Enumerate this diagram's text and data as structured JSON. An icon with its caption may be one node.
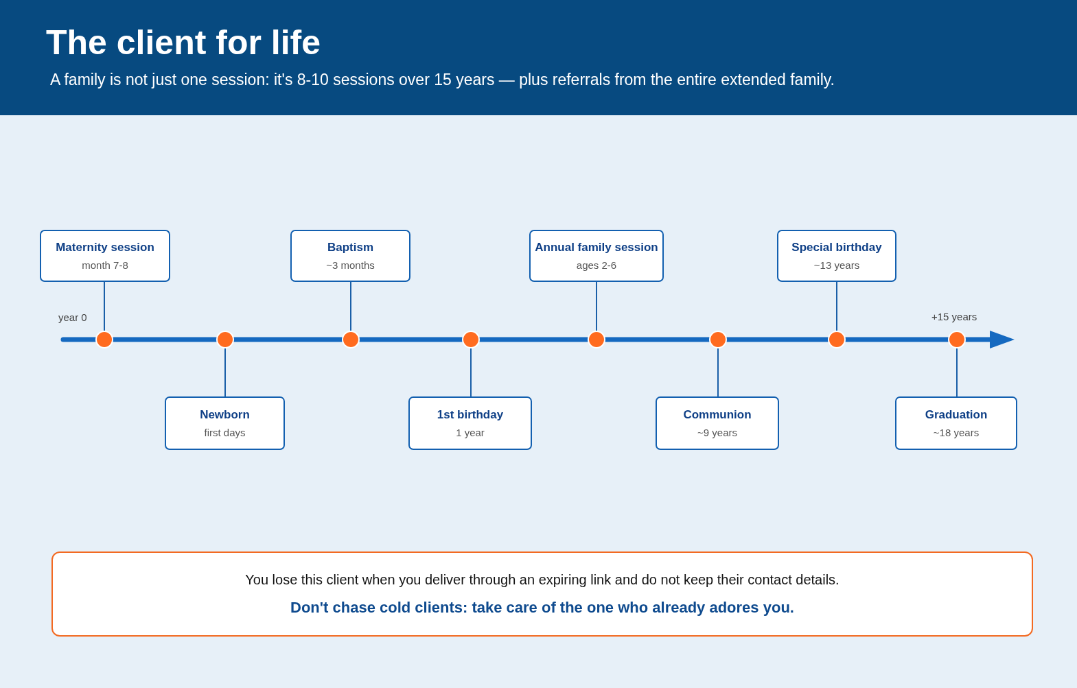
{
  "diagram": {
    "title": "The client for life",
    "nodes": [
      {
        "text": [
          "Maternity session",
          "month 7-8"
        ]
      },
      {
        "text": [
          "Newborn",
          "first days"
        ]
      },
      {
        "text": [
          "Baptism",
          "~3 months"
        ]
      },
      {
        "text": [
          "1st birthday",
          "1 year"
        ]
      },
      {
        "text": [
          "Annual family session",
          "ages 2-6"
        ]
      },
      {
        "text": [
          "Communion",
          "~9 years"
        ]
      },
      {
        "text": [
          "Special birthday",
          "~13 years"
        ]
      },
      {
        "text": [
          "Graduation",
          "~18 years"
        ]
      },
      {
        "text": [],
        "shape": "circle"
      },
      {
        "text": [],
        "shape": "circle"
      },
      {
        "text": [],
        "shape": "circle"
      },
      {
        "text": [],
        "shape": "circle"
      },
      {
        "text": [],
        "shape": "circle"
      },
      {
        "text": [],
        "shape": "circle"
      },
      {
        "text": [],
        "shape": "circle"
      },
      {
        "text": [],
        "shape": "circle"
      },
      {
        "text": [
          "You lose this client when you deliver through an expiring link and do not keep their contact details.",
          "Don't chase cold clients: take care of the one who already adores you."
        ]
      }
    ],
    "edges": [
      {
        "from": 0,
        "to": 8,
        "arrow": "none"
      },
      {
        "from": 1,
        "to": 9,
        "arrow": "none"
      },
      {
        "from": 2,
        "to": 10,
        "arrow": "none"
      },
      {
        "from": 3,
        "to": 11,
        "arrow": "none"
      },
      {
        "from": 4,
        "to": 12,
        "arrow": "none"
      },
      {
        "from": 5,
        "to": 13,
        "arrow": "none"
      },
      {
        "from": 6,
        "to": 14,
        "arrow": "none"
      },
      {
        "from": 7,
        "to": 15,
        "arrow": "none"
      }
    ],
    "labels": [
      "A family is not just one session: it's 8-10 sessions over 15 years — plus referrals from the entire extended family.",
      "year 0",
      "+15 years"
    ]
  }
}
